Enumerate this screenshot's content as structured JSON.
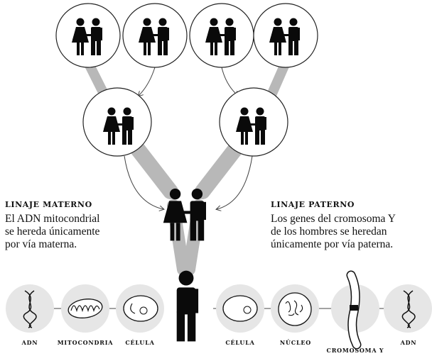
{
  "maternal": {
    "heading": "LINAJE MATERNO",
    "lines": [
      "El ADN mitocondrial",
      "se hereda únicamente",
      "por vía materna."
    ]
  },
  "paternal": {
    "heading": "LINAJE PATERNO",
    "lines": [
      "Los genes del cromosoma Y",
      "de los hombres se heredan",
      "únicamente por vía paterna."
    ]
  },
  "labels": {
    "adn_left": "ADN",
    "mitocondria": "MITOCONDRIA",
    "celula_left": "CÉLULA",
    "celula_right": "CÉLULA",
    "nucleo": "NÚCLEO",
    "cromosoma_y": "CROMOSOMA Y",
    "adn_right": "ADN"
  },
  "colors": {
    "lineage_band": "#b8b8b8",
    "circle_fill": "#e6e6e6",
    "figure": "#0a0a0a"
  }
}
